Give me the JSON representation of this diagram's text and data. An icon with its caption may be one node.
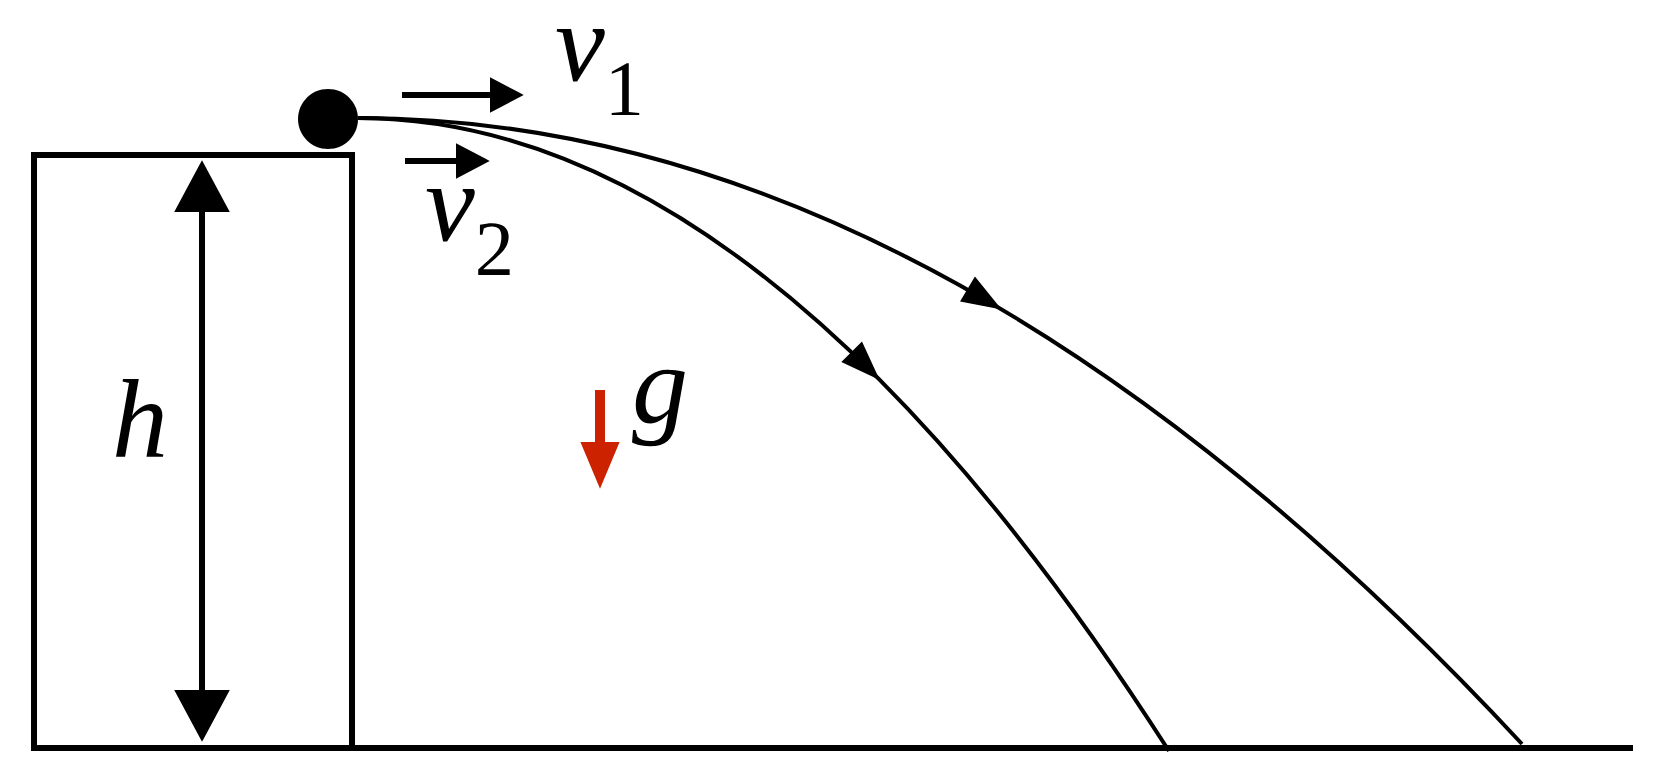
{
  "diagram": {
    "labels": [
      "*v*$_{1}$",
      "*v*$_{2}$",
      "h",
      "g"
    ]
  }
}
